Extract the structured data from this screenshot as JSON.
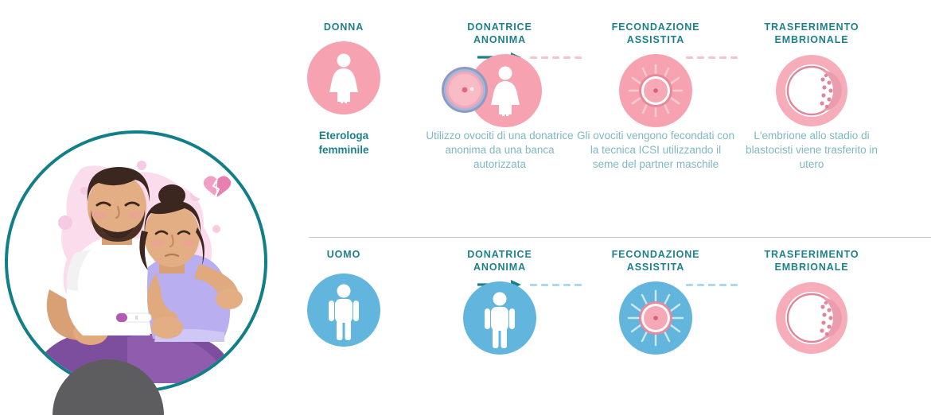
{
  "illustration": {
    "name": "sad-couple-pregnancy-test-illustration",
    "border_color": "#117f87",
    "blob_color": "#f9d7e6",
    "alt": "Coppia triste abbracciata con test di gravidanza"
  },
  "colors": {
    "heading_teal": "#1e8189",
    "body_text": "#7fb8c4",
    "pink_circle": "#f6a2b0",
    "blue_circle": "#62b6dd",
    "arrow": "#1a7f86",
    "dash_pink": "#f8c3cd",
    "dash_blue": "#aed9ec",
    "divider": "#c6c6c6"
  },
  "rows": [
    {
      "id": "eterologa-femminile",
      "accent": "pink",
      "label": "Eterologa femminile",
      "label_line1": "Eterologa",
      "label_line2": "femminile",
      "steps": [
        {
          "heading_line1": "DONNA",
          "heading_line2": "",
          "icon": "woman-figure-icon",
          "description": ""
        },
        {
          "heading_line1": "DONATRICE",
          "heading_line2": "ANONIMA",
          "icon": "woman-figure-with-ovum-icon",
          "description": "Utilizzo ovociti di una donatrice anonima da una banca autorizzata"
        },
        {
          "heading_line1": "FECONDAZIONE",
          "heading_line2": "ASSISTITA",
          "icon": "fertilization-icsi-icon",
          "description": "Gli ovociti vengono fecondati con la tecnica ICSI utilizzando il seme del partner maschile"
        },
        {
          "heading_line1": "TRASFERIMENTO",
          "heading_line2": "EMBRIONALE",
          "icon": "blastocyst-transfer-icon",
          "description": "L'embrione allo stadio di blastocisti viene trasferito in utero"
        }
      ]
    },
    {
      "id": "eterologa-maschile",
      "accent": "blue",
      "label": "",
      "label_line1": "",
      "label_line2": "",
      "steps": [
        {
          "heading_line1": "UOMO",
          "heading_line2": "",
          "icon": "man-figure-icon",
          "description": ""
        },
        {
          "heading_line1": "DONATRICE",
          "heading_line2": "ANONIMA",
          "icon": "man-figure-icon",
          "description": ""
        },
        {
          "heading_line1": "FECONDAZIONE",
          "heading_line2": "ASSISTITA",
          "icon": "fertilization-icsi-icon",
          "description": ""
        },
        {
          "heading_line1": "TRASFERIMENTO",
          "heading_line2": "EMBRIONALE",
          "icon": "blastocyst-transfer-icon",
          "description": ""
        }
      ]
    }
  ]
}
